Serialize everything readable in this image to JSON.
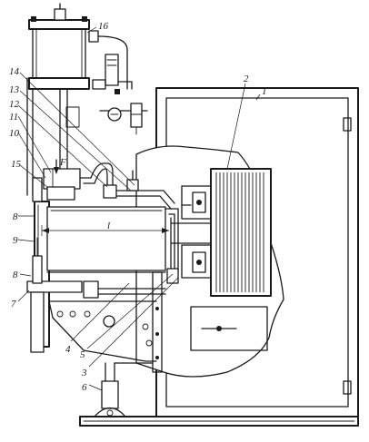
{
  "labels": {
    "l1": "1",
    "l2": "2",
    "l3": "3",
    "l4": "4",
    "l5": "5",
    "l6": "6",
    "l7": "7",
    "l8a": "8",
    "l8b": "8",
    "l9": "9",
    "l10": "10",
    "l11": "11",
    "l12": "12",
    "l13": "13",
    "l14": "14",
    "l15": "15",
    "l16": "16",
    "dim_l": "l",
    "force_f": "F"
  },
  "colors": {
    "ink": "#1a1a1a",
    "paper": "#ffffff"
  }
}
